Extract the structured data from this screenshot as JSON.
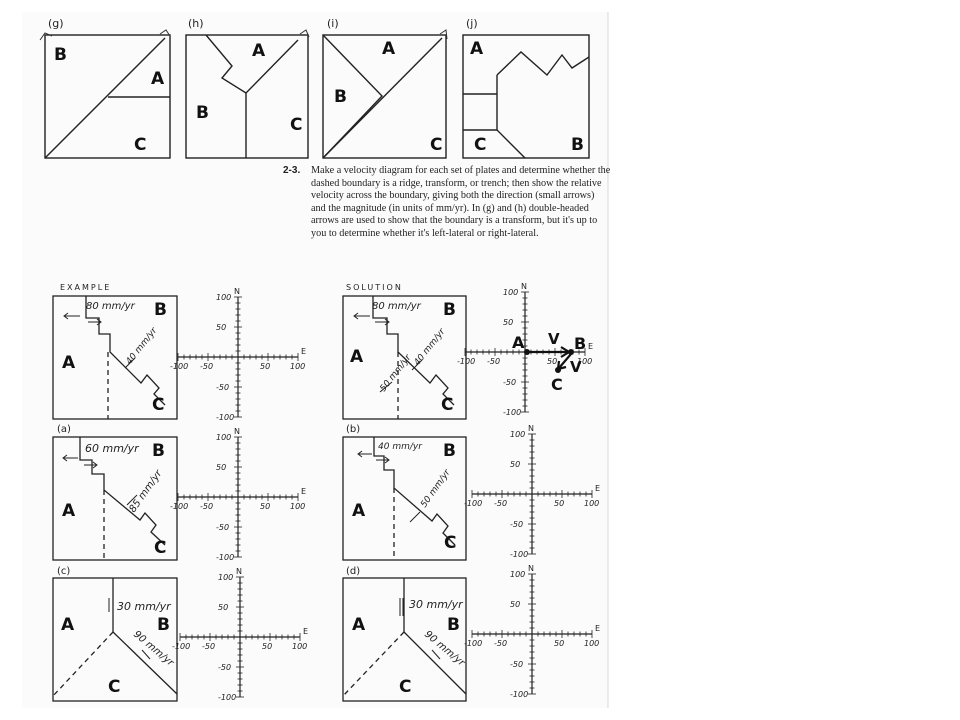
{
  "top_panels": [
    {
      "tag": "(g)",
      "labels": [
        "B",
        "A",
        "C"
      ]
    },
    {
      "tag": "(h)",
      "labels": [
        "A",
        "B",
        "C"
      ]
    },
    {
      "tag": "(i)",
      "labels": [
        "A",
        "B",
        "C"
      ]
    },
    {
      "tag": "(j)",
      "labels": [
        "A",
        "C",
        "B"
      ]
    }
  ],
  "problem": {
    "number": "2-3.",
    "text": "Make a velocity diagram for each set of plates and determine whether the dashed boundary is a ridge, transform, or trench; then show the relative velocity across the boundary, giving both the direction (small arrows) and the magnitude (in units of mm/yr). In (g) and (h) double-headed arrows are used to show that the boundary is a transform, but it's up to you to determine whether it's left-lateral or right-lateral."
  },
  "rows": [
    {
      "left_tag": "EXAMPLE",
      "right_tag": "SOLUTION",
      "rate1": "80 mm/yr",
      "rate2": "40 mm/yr",
      "rate2_sol": "40 mm/yr",
      "rate3_sol": "50 mm/yr",
      "plates": [
        "A",
        "B",
        "C"
      ]
    },
    {
      "left_tag": "(a)",
      "right_tag": "(b)",
      "rate1": "60 mm/yr",
      "rate2": "85 mm/yr",
      "rate1_sol": "40 mm/yr",
      "rate2_sol": "50 mm/yr",
      "plates": [
        "A",
        "B",
        "C"
      ]
    },
    {
      "left_tag": "(c)",
      "right_tag": "(d)",
      "rate1": "30 mm/yr",
      "rate2": "90 mm/yr",
      "plates": [
        "A",
        "B",
        "C"
      ]
    }
  ],
  "axis": {
    "north": "N",
    "east": "E",
    "y_ticks": [
      "100",
      "50",
      "-50",
      "-100"
    ],
    "x_ticks": [
      "-100",
      "-50",
      "50",
      "100"
    ]
  },
  "solution_points": {
    "a": "A",
    "b": "B",
    "c": "C",
    "vab": "V",
    "vbc": "V"
  }
}
